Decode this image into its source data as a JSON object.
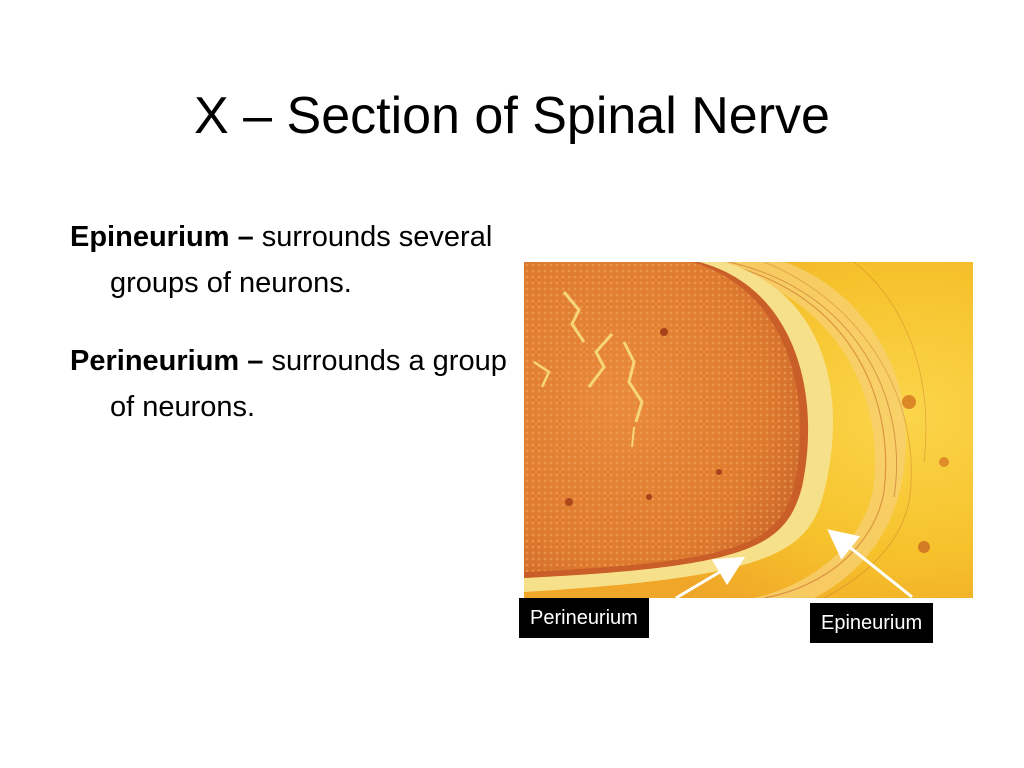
{
  "slide": {
    "title": "X – Section of Spinal Nerve",
    "bullets": [
      {
        "term": "Epineurium –",
        "text": " surrounds several groups of neurons."
      },
      {
        "term": "Perineurium –",
        "text": " surrounds a group of neurons."
      }
    ]
  },
  "figure": {
    "labels": {
      "perineurium": "Perineurium",
      "epineurium": "Epineurium"
    }
  },
  "colors": {
    "tissue_dark": "#d9732a",
    "tissue_light": "#f0a040",
    "background_yellow": "#f6c22c",
    "sheath_pale": "#f7e08a",
    "label_bg": "#000000",
    "label_text": "#ffffff"
  }
}
